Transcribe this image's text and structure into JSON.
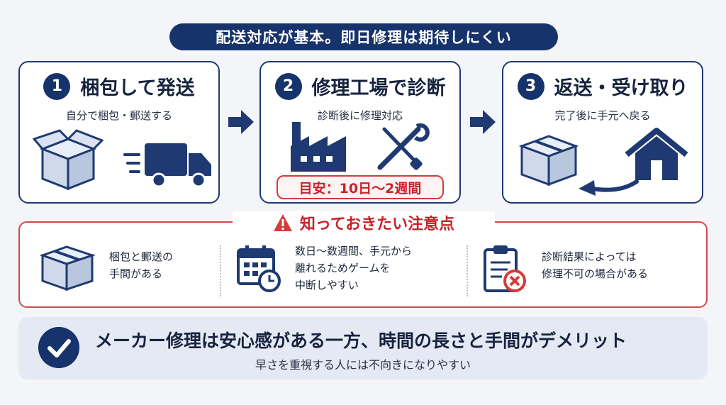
{
  "title": "配送対応が基本。即日修理は期待しにくい",
  "steps": [
    {
      "num": "1",
      "title": "梱包して発送",
      "subtitle": "自分で梱包・郵送する"
    },
    {
      "num": "2",
      "title": "修理工場で診断",
      "subtitle": "診断後に修理対応",
      "badge": "目安：10日〜2週間"
    },
    {
      "num": "3",
      "title": "返送・受け取り",
      "subtitle": "完了後に手元へ戻る"
    }
  ],
  "caution": {
    "title": "知っておきたい注意点",
    "items": [
      {
        "line1": "梱包と郵送の",
        "line2": "手間がある",
        "line3": ""
      },
      {
        "line1": "数日〜数週間、手元から",
        "line2": "離れるためゲームを",
        "line3": "中断しやすい"
      },
      {
        "line1": "診断結果によっては",
        "line2": "修理不可の場合がある",
        "line3": ""
      }
    ]
  },
  "summary": {
    "main": "メーカー修理は安心感がある一方、時間の長さと手間がデメリット",
    "sub": "早さを重視する人には不向きになりやすい"
  },
  "colors": {
    "navy": "#17336b",
    "red": "#d14a4a",
    "light_blue": "#dfe6f2"
  }
}
